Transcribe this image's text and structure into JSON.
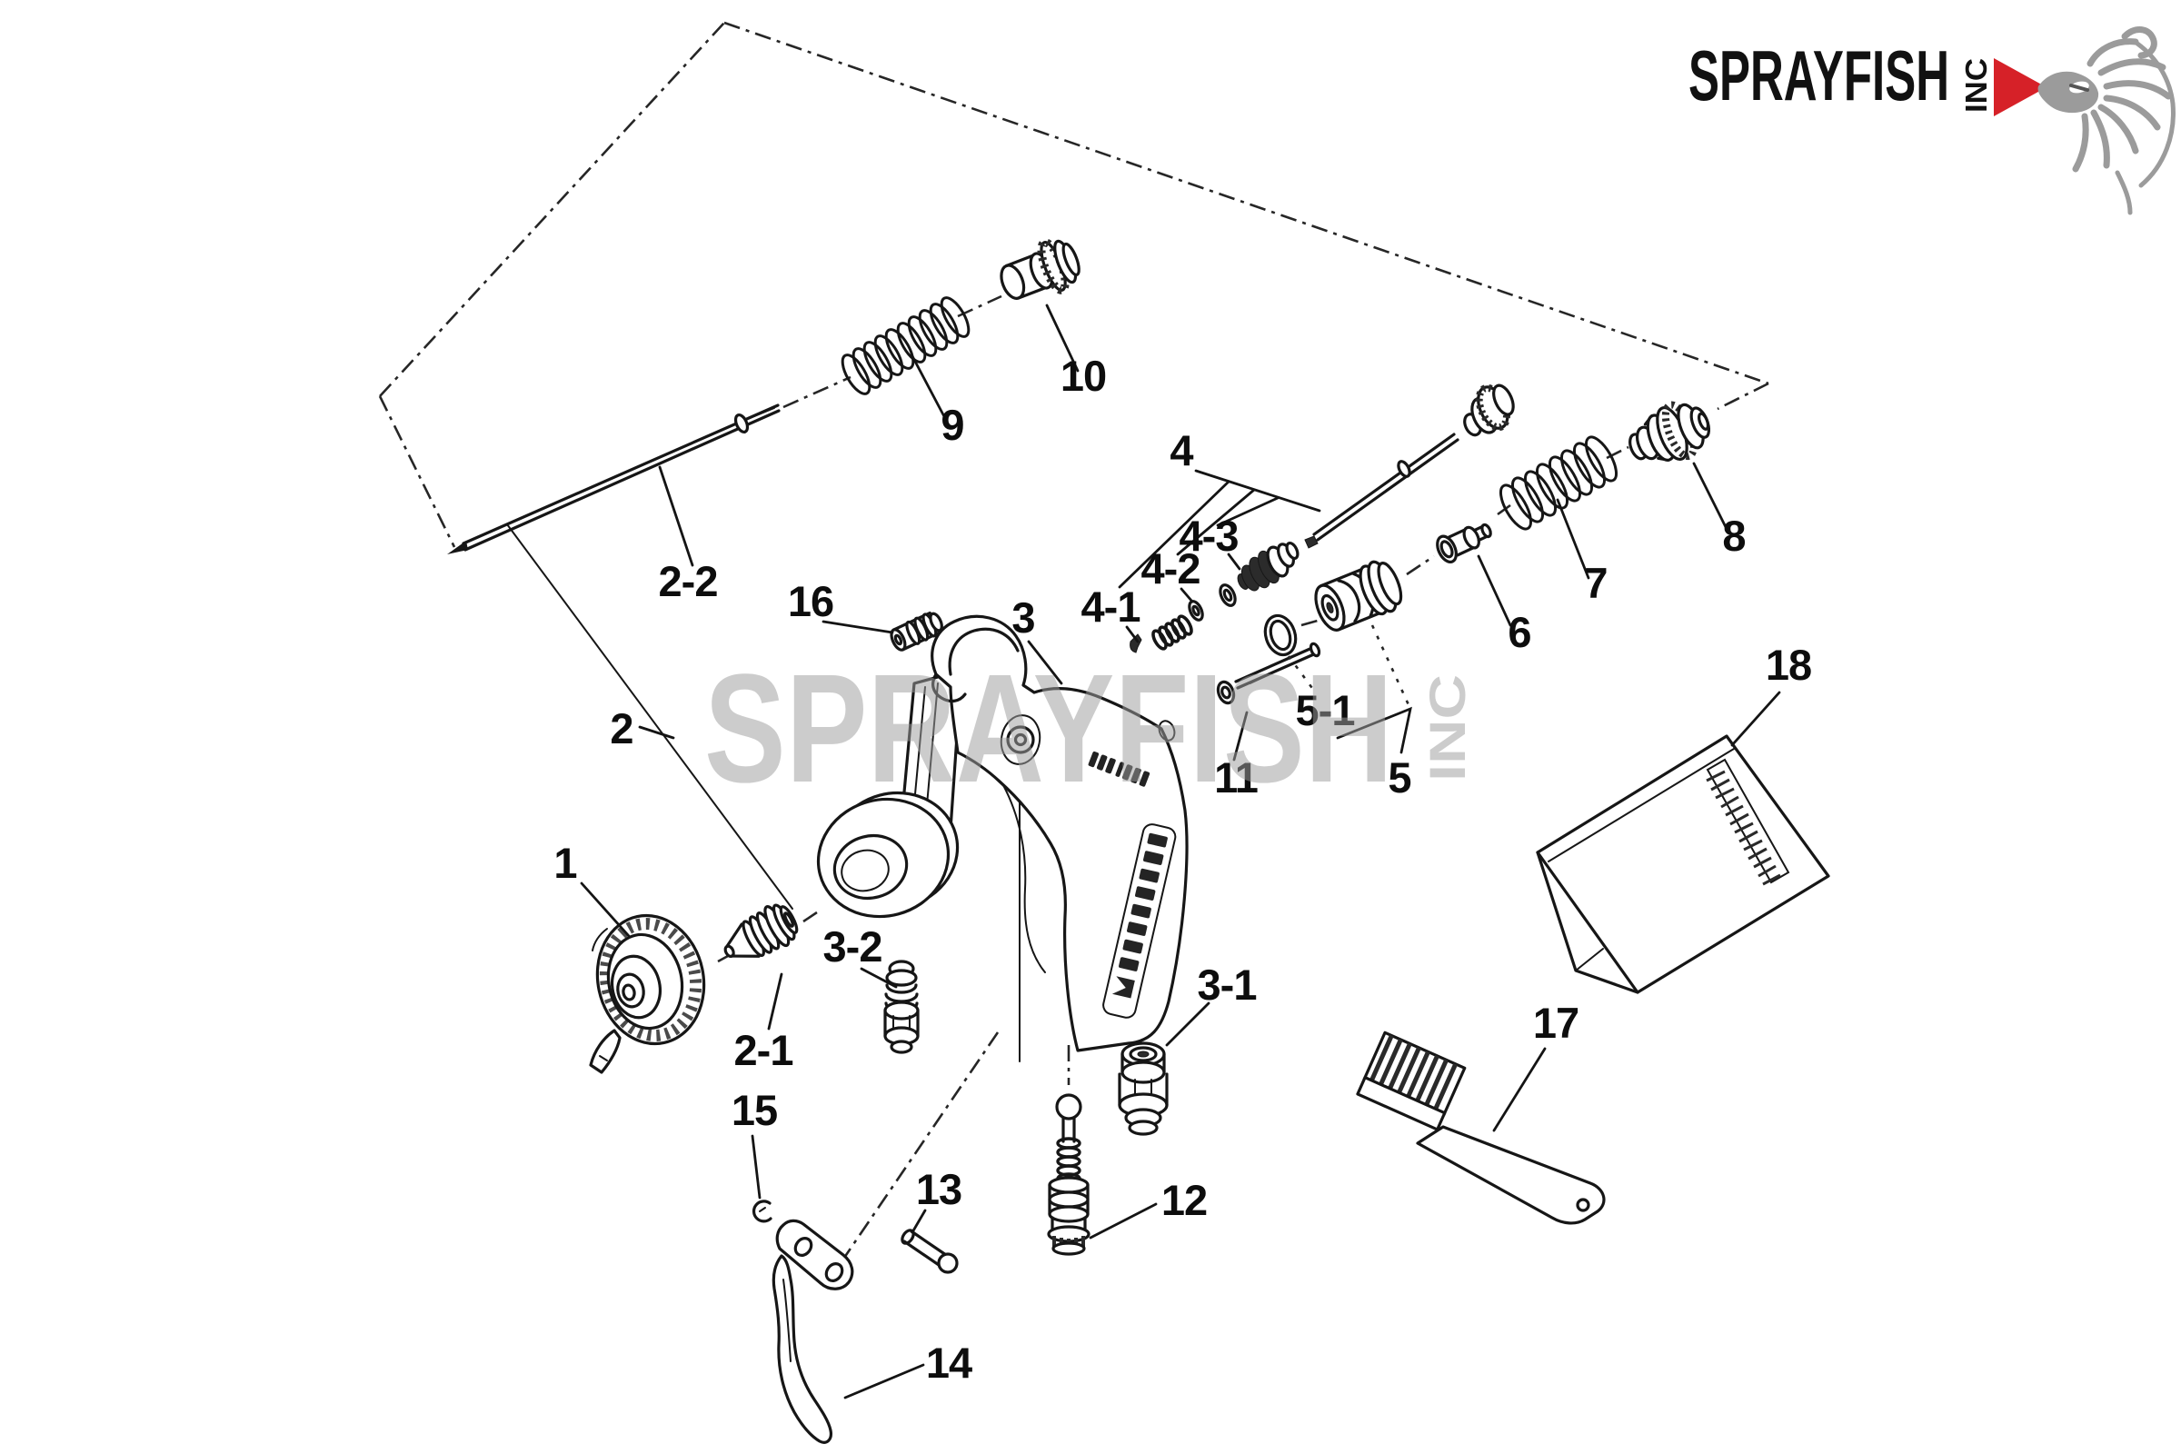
{
  "logo": {
    "brand": "SPRAYFISH",
    "suffix": "INC",
    "text_color": "#111111",
    "accent_color": "#d62128",
    "fish_color": "#9b9b9b"
  },
  "watermark": {
    "text": "SPRAYFISH",
    "suffix": "INC",
    "color": "#b7b7b7"
  },
  "labels": {
    "1": "1",
    "2": "2",
    "2-1": "2-1",
    "2-2": "2-2",
    "3": "3",
    "3-1": "3-1",
    "3-2": "3-2",
    "4": "4",
    "4-1": "4-1",
    "4-2": "4-2",
    "4-3": "4-3",
    "5": "5",
    "5-1": "5-1",
    "6": "6",
    "7": "7",
    "8": "8",
    "9": "9",
    "10": "10",
    "11": "11",
    "12": "12",
    "13": "13",
    "14": "14",
    "15": "15",
    "16": "16",
    "17": "17",
    "18": "18"
  }
}
